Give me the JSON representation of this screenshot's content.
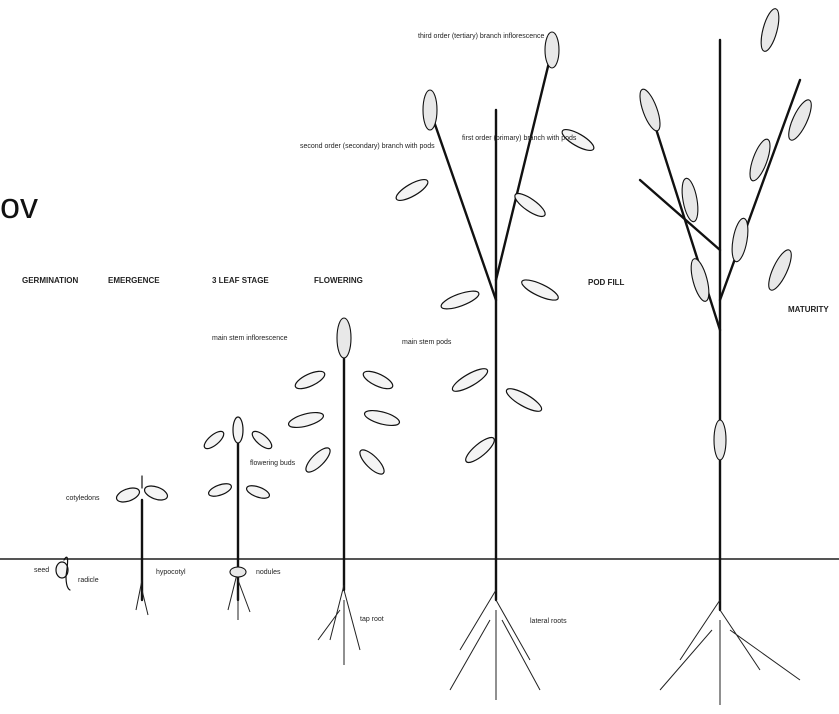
{
  "fragment_text": "ov",
  "stages": [
    {
      "id": "germination",
      "label": "GERMINATION"
    },
    {
      "id": "emergence",
      "label": "EMERGENCE"
    },
    {
      "id": "3-leaf-stage",
      "label": "3 LEAF STAGE"
    },
    {
      "id": "flowering",
      "label": "FLOWERING"
    },
    {
      "id": "pod-fill",
      "label": "POD FILL"
    },
    {
      "id": "maturity",
      "label": "MATURITY"
    }
  ],
  "parts": {
    "third_order": "third order (tertiary) branch inflorescence",
    "second_order": "second order (secondary) branch with pods",
    "first_order": "first order (primary) branch with pods",
    "main_stem_inflorescence": "main stem inflorescence",
    "main_stem_pods": "main stem pods",
    "cotyledons": "cotyledons",
    "flowering_buds": "flowering buds",
    "seed": "seed",
    "radicle": "radicle",
    "hypocotyl": "hypocotyl",
    "nodules": "nodules",
    "tap_root": "tap root",
    "lateral_roots": "lateral roots"
  },
  "colors": {
    "ink": "#111111",
    "ground": "#555555",
    "background": "#ffffff"
  }
}
